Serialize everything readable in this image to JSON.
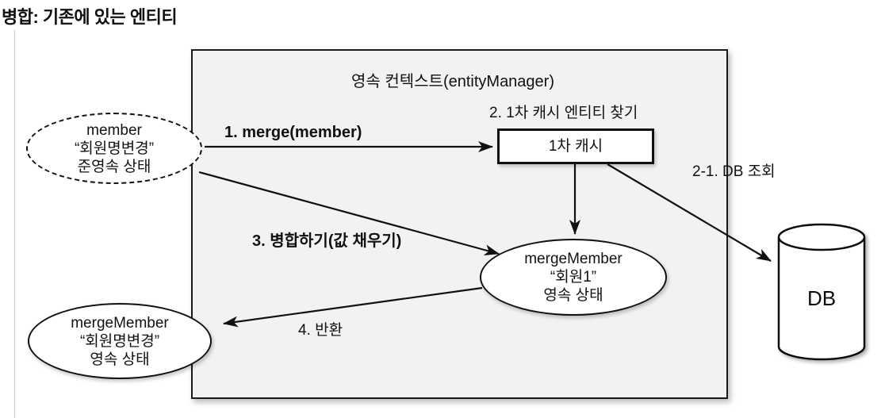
{
  "title": "병합: 기존에 있는 엔티티",
  "colors": {
    "container_fill": "#f2f2f2",
    "stroke": "#111111",
    "node_fill": "#ffffff"
  },
  "container": {
    "label": "영속 컨텍스트(entityManager)"
  },
  "nodes": {
    "detached": {
      "name": "member",
      "value": "“회원명변경”",
      "state": "준영속 상태"
    },
    "cache": {
      "label": "1차 캐시"
    },
    "merged": {
      "name": "mergeMember",
      "value": "“회원1”",
      "state": "영속 상태"
    },
    "returned": {
      "name": "mergeMember",
      "value": "“회원명변경”",
      "state": "영속 상태"
    },
    "db": {
      "label": "DB"
    }
  },
  "steps": {
    "step1": "1. merge(member)",
    "step2": "2. 1차 캐시 엔티티 찾기",
    "step2_1": "2-1. DB 조회",
    "step3": "3. 병합하기(값 채우기)",
    "step4": "4. 반환"
  }
}
